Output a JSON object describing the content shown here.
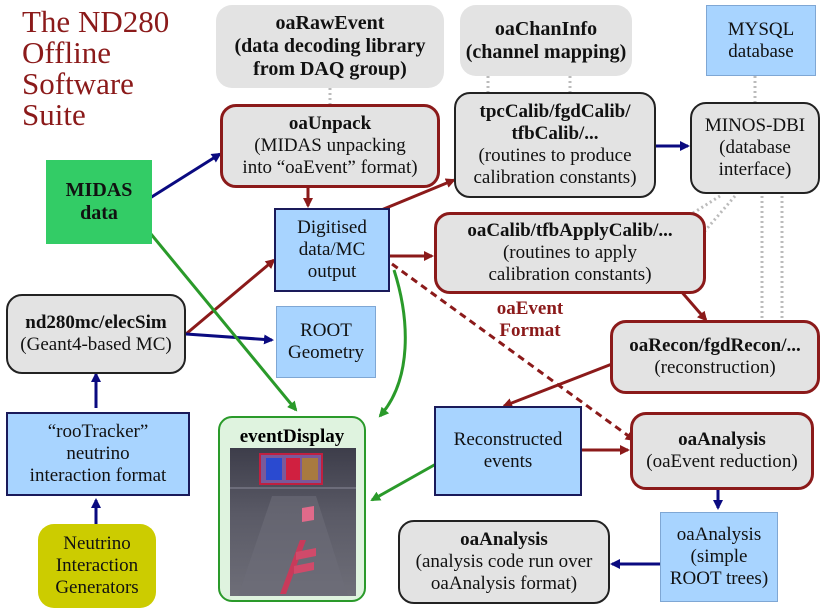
{
  "title": {
    "lines": [
      "The ND280",
      "Offline",
      "Software",
      "Suite"
    ]
  },
  "nodes": {
    "oaRawEvent": {
      "title": "oaRawEvent",
      "lines": [
        "(data decoding library",
        "from DAQ group)"
      ]
    },
    "oaChanInfo": {
      "title": "oaChanInfo",
      "lines": [
        "(channel mapping)"
      ]
    },
    "mysql": {
      "lines": [
        "MYSQL",
        "database"
      ]
    },
    "midas": {
      "lines": [
        "MIDAS",
        "data"
      ]
    },
    "oaUnpack": {
      "title": "oaUnpack",
      "lines": [
        "(MIDAS unpacking",
        "into “oaEvent” format)"
      ]
    },
    "tpcCalib": {
      "title_lines": [
        "tpcCalib/fgdCalib/",
        "tfbCalib/..."
      ],
      "lines": [
        "(routines to produce",
        "calibration constants)"
      ]
    },
    "minosDbi": {
      "lines": [
        "MINOS-DBI",
        "(database",
        "interface)"
      ]
    },
    "digitised": {
      "lines": [
        "Digitised",
        "data/MC",
        "output"
      ]
    },
    "oaCalib": {
      "title": "oaCalib/tfbApplyCalib/...",
      "lines": [
        "(routines to apply",
        "calibration constants)"
      ]
    },
    "oaEventFormat": {
      "lines": [
        "oaEvent",
        "Format"
      ]
    },
    "nd280mc": {
      "title": "nd280mc/elecSim",
      "lines": [
        "(Geant4-based MC)"
      ]
    },
    "rootGeometry": {
      "lines": [
        "ROOT",
        "Geometry"
      ]
    },
    "oaRecon": {
      "title": "oaRecon/fgdRecon/...",
      "lines": [
        "(reconstruction)"
      ]
    },
    "rooTracker": {
      "lines": [
        "“rooTracker”",
        "neutrino",
        "interaction format"
      ]
    },
    "eventDisplay": {
      "title": "eventDisplay"
    },
    "reconstructed": {
      "lines": [
        "Reconstructed",
        "events"
      ]
    },
    "oaAnalysisMain": {
      "title": "oaAnalysis",
      "lines": [
        "(oaEvent reduction)"
      ]
    },
    "neutrinoGen": {
      "lines": [
        "Neutrino",
        "Interaction",
        "Generators"
      ]
    },
    "oaAnalysisCode": {
      "title": "oaAnalysis",
      "lines": [
        "(analysis code run over",
        "oaAnalysis format)"
      ]
    },
    "oaAnalysisTrees": {
      "lines": [
        "oaAnalysis",
        "(simple",
        "ROOT trees)"
      ]
    }
  },
  "colors": {
    "title": "#8b1a1a",
    "flow_red": "#8b1a1a",
    "flow_blue": "#0a0a80",
    "flow_green": "#2a9a2a",
    "dependency_gray": "#bbbbbb",
    "blue_box": "#a8d4ff",
    "gray_box": "#e3e3e3",
    "green_box": "#33cc66",
    "yellow_box": "#cccc00"
  },
  "edges": [
    {
      "from": "midas",
      "to": "oaUnpack",
      "color": "flow_blue",
      "style": "solid"
    },
    {
      "from": "midas",
      "to": "eventDisplay",
      "color": "flow_green",
      "style": "solid"
    },
    {
      "from": "oaUnpack",
      "to": "digitised",
      "color": "flow_red",
      "style": "solid"
    },
    {
      "from": "digitised",
      "to": "tpcCalib",
      "color": "flow_red",
      "style": "solid"
    },
    {
      "from": "digitised",
      "to": "oaCalib",
      "color": "flow_red",
      "style": "solid"
    },
    {
      "from": "digitised",
      "to": "oaAnalysisMain",
      "color": "flow_red",
      "style": "dashed"
    },
    {
      "from": "digitised",
      "to": "eventDisplay",
      "color": "flow_green",
      "style": "solid"
    },
    {
      "from": "tpcCalib",
      "to": "minosDbi",
      "color": "flow_blue",
      "style": "solid"
    },
    {
      "from": "oaCalib",
      "to": "oaRecon",
      "color": "flow_red",
      "style": "solid"
    },
    {
      "from": "oaRecon",
      "to": "reconstructed",
      "color": "flow_red",
      "style": "solid"
    },
    {
      "from": "reconstructed",
      "to": "oaAnalysisMain",
      "color": "flow_red",
      "style": "solid"
    },
    {
      "from": "reconstructed",
      "to": "eventDisplay",
      "color": "flow_green",
      "style": "solid"
    },
    {
      "from": "oaAnalysisMain",
      "to": "oaAnalysisTrees",
      "color": "flow_blue",
      "style": "solid"
    },
    {
      "from": "oaAnalysisTrees",
      "to": "oaAnalysisCode",
      "color": "flow_blue",
      "style": "solid"
    },
    {
      "from": "nd280mc",
      "to": "digitised",
      "color": "flow_red",
      "style": "solid"
    },
    {
      "from": "nd280mc",
      "to": "rootGeometry",
      "color": "flow_blue",
      "style": "solid"
    },
    {
      "from": "rooTracker",
      "to": "nd280mc",
      "color": "flow_blue",
      "style": "solid"
    },
    {
      "from": "neutrinoGen",
      "to": "rooTracker",
      "color": "flow_blue",
      "style": "solid"
    }
  ]
}
